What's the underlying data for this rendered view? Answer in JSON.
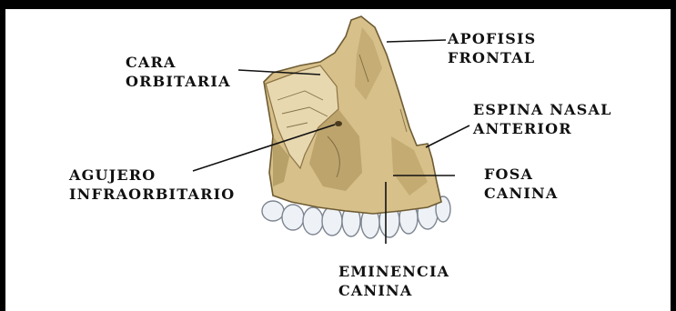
{
  "diagram": {
    "labels": {
      "cara_orbitaria": [
        "CARA",
        "ORBITARIA"
      ],
      "apofisis_frontal": [
        "APOFISIS",
        "FRONTAL"
      ],
      "espina_nasal_anterior": [
        "ESPINA NASAL",
        "ANTERIOR"
      ],
      "agujero_infraorbitario": [
        "AGUJERO",
        "INFRAORBITARIO"
      ],
      "fosa_canina": [
        "FOSA",
        "CANINA"
      ],
      "eminencia_canina": [
        "EMINENCIA",
        "CANINA"
      ]
    },
    "colors": {
      "bone": "#d7c08a",
      "bone_shadow": "#a88d55",
      "bone_dark": "#6e5b33",
      "teeth": "#eef2f6",
      "leader": "#111111",
      "frame": "#000000"
    }
  }
}
